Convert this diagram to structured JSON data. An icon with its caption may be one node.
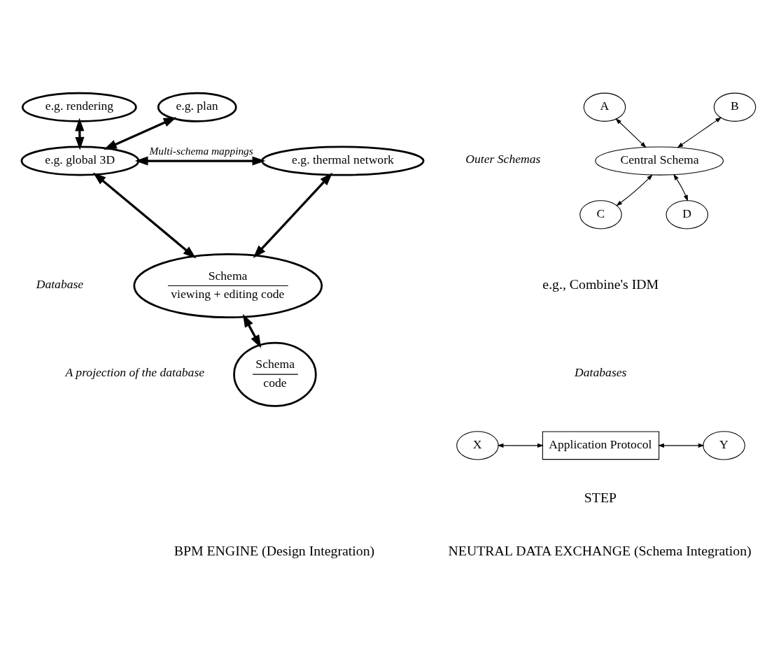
{
  "diagram": {
    "nodes": [
      {
        "text": [
          "e.g. plan"
        ]
      },
      {
        "text": [
          "e.g. rendering"
        ]
      },
      {
        "text": [
          "e.g. global 3D"
        ]
      },
      {
        "text": [
          "e.g. thermal network"
        ]
      },
      {
        "text": [
          "Schema",
          "viewing + editing code"
        ]
      },
      {
        "text": [
          "Schema",
          "code"
        ]
      },
      {
        "text": [
          "A"
        ]
      },
      {
        "text": [
          "Central Schema"
        ]
      },
      {
        "text": [
          "B"
        ]
      },
      {
        "text": [
          "C"
        ]
      },
      {
        "text": [
          "D"
        ]
      },
      {
        "text": [
          "X"
        ]
      },
      {
        "text": [
          "Application Protocol"
        ]
      },
      {
        "text": [
          "Y"
        ]
      }
    ],
    "edges": [
      {
        "from": 0,
        "to": 2,
        "arrow": "both",
        "style": "thick"
      },
      {
        "from": 1,
        "to": 2,
        "arrow": "both",
        "style": "thick"
      },
      {
        "from": 2,
        "to": 3,
        "arrow": "both",
        "style": "thick",
        "label": "Multi-schema mappings"
      },
      {
        "from": 2,
        "to": 4,
        "arrow": "both",
        "style": "thick"
      },
      {
        "from": 3,
        "to": 4,
        "arrow": "both",
        "style": "thick"
      },
      {
        "from": 5,
        "to": 4,
        "arrow": "both",
        "style": "thick"
      },
      {
        "from": 6,
        "to": 7,
        "arrow": "both"
      },
      {
        "from": 8,
        "to": 7,
        "arrow": "both"
      },
      {
        "from": 9,
        "to": 7,
        "arrow": "both"
      },
      {
        "from": 10,
        "to": 7,
        "arrow": "both"
      },
      {
        "from": 11,
        "to": 12,
        "arrow": "both"
      },
      {
        "from": 12,
        "to": 13,
        "arrow": "both"
      }
    ],
    "labels": [
      "Outer Schemas",
      "Database",
      "e.g., Combine's IDM",
      "Databases",
      "A projection of the database",
      "STEP",
      "BPM ENGINE (Design Integration)",
      "NEUTRAL DATA EXCHANGE (Schema Integration)"
    ]
  }
}
